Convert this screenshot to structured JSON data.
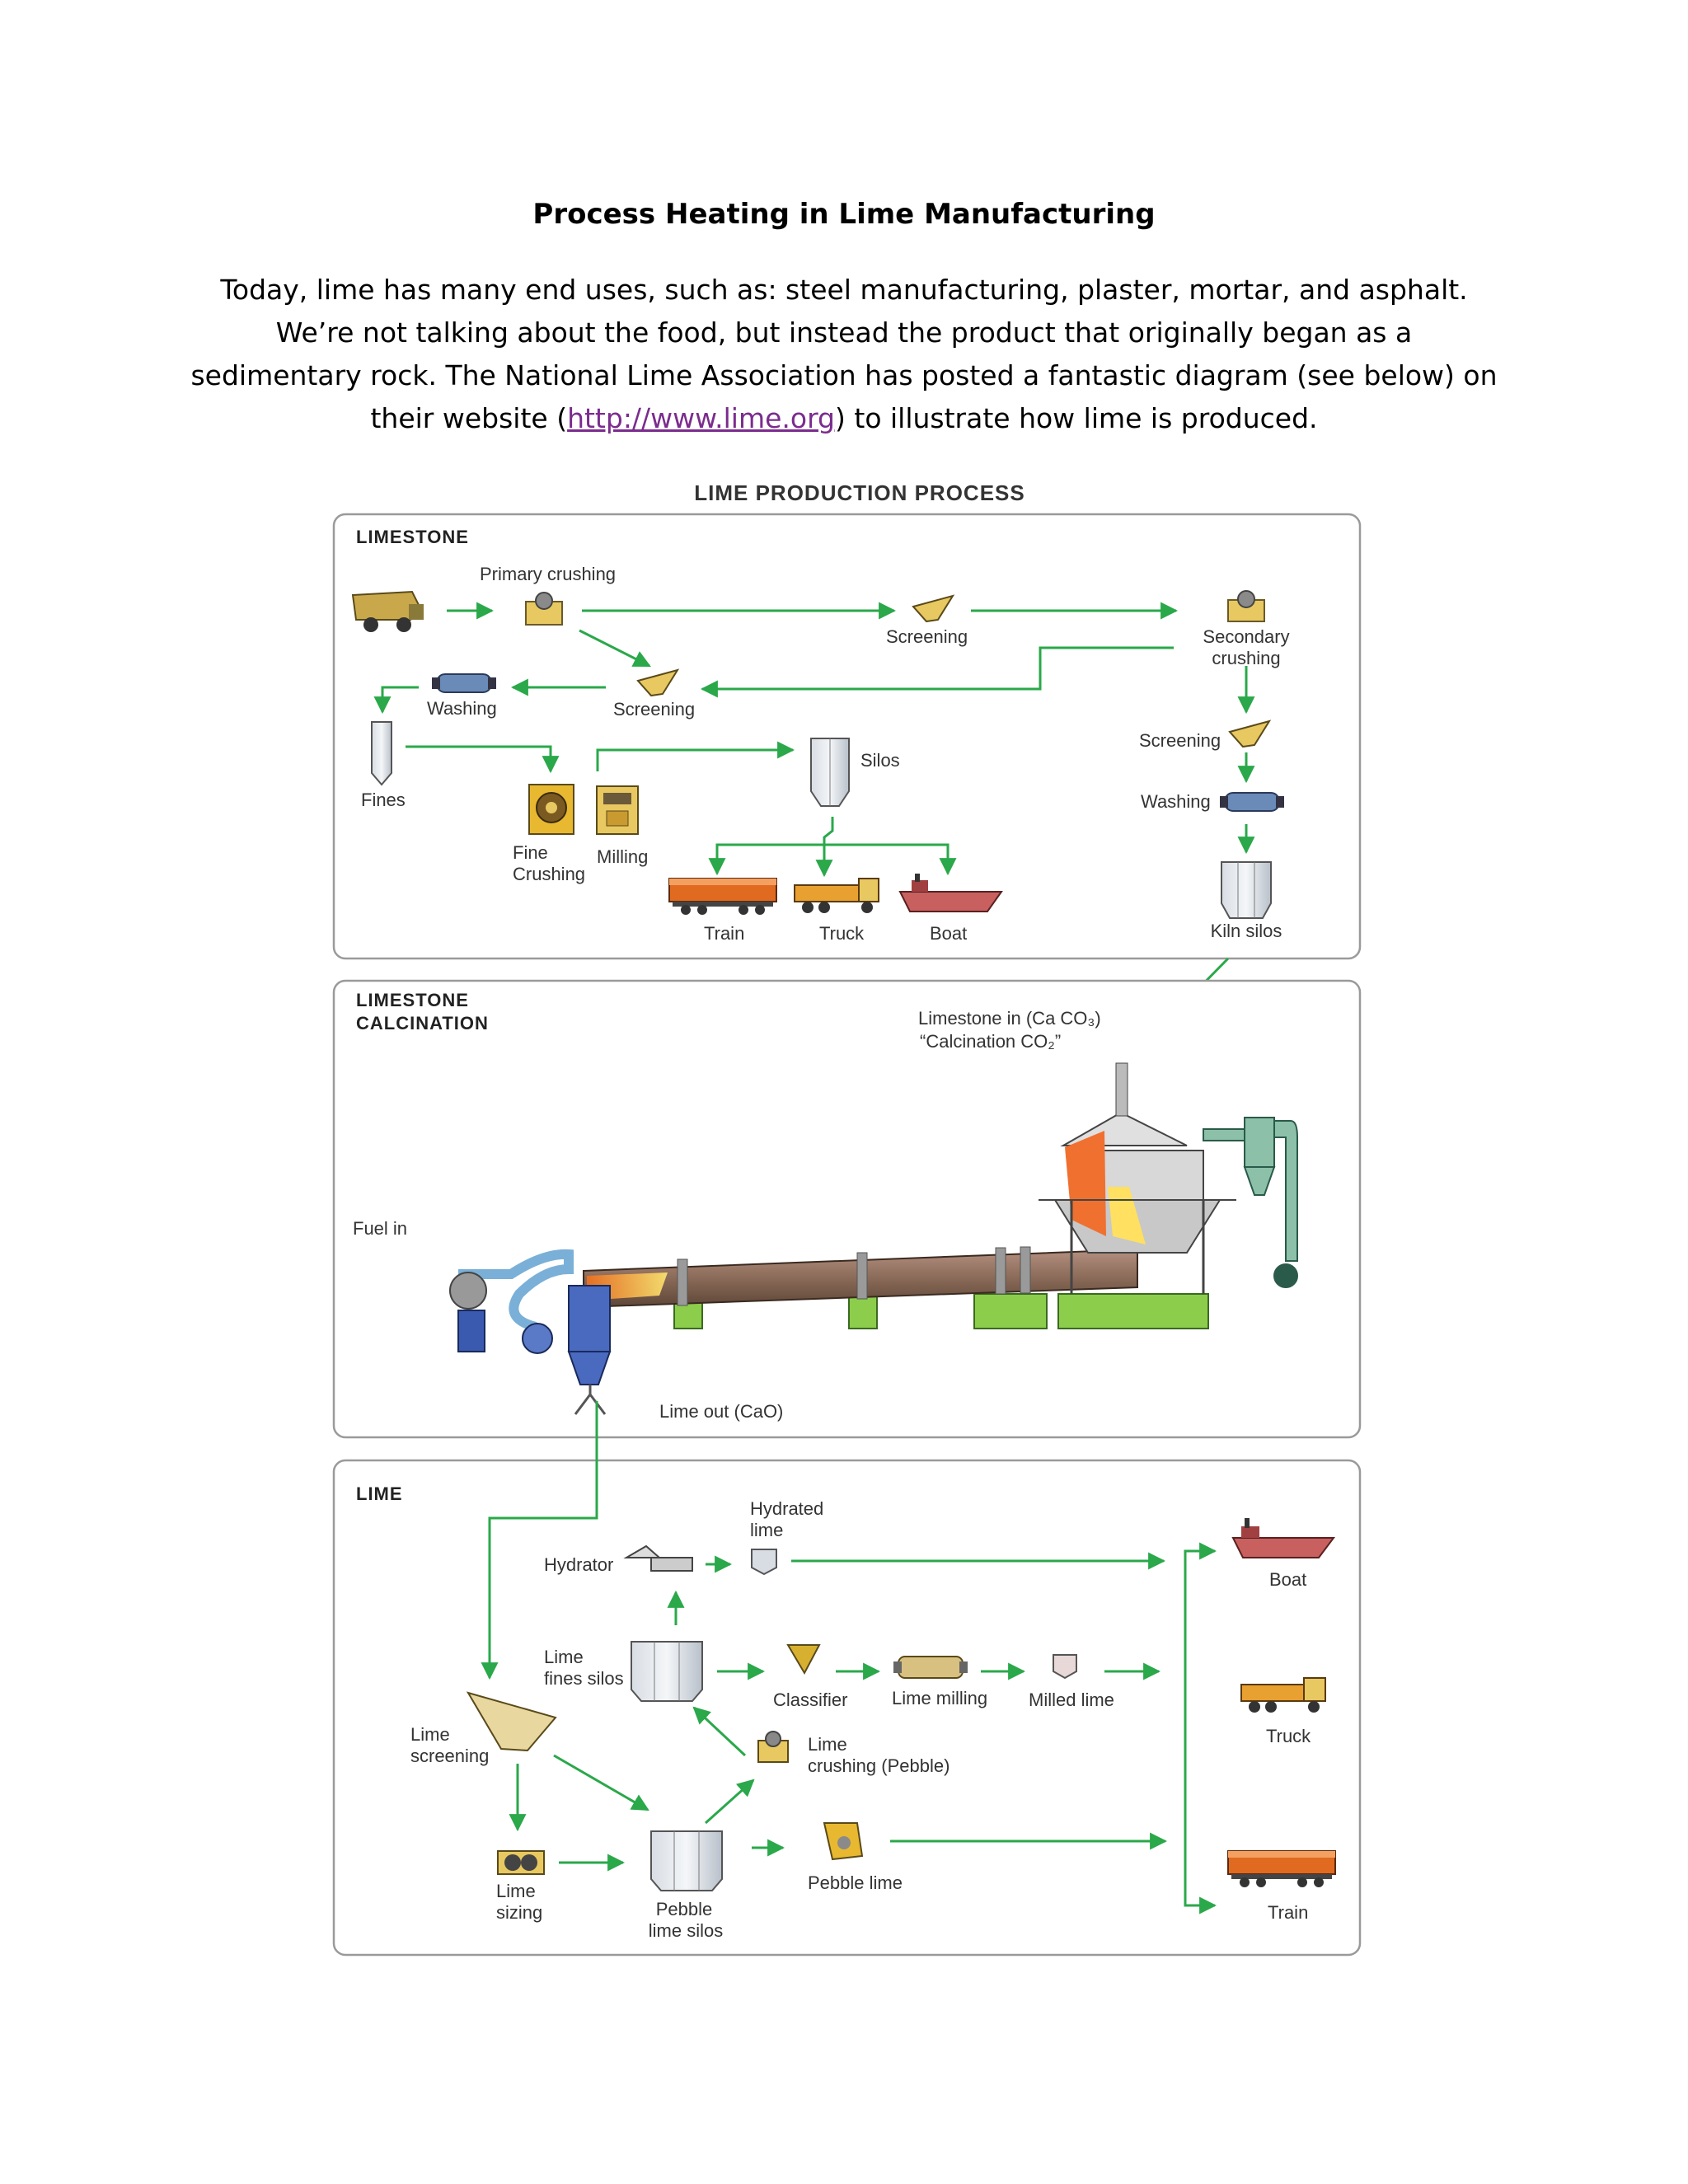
{
  "document": {
    "title": "Process Heating in Lime Manufacturing",
    "intro_before_link": "Today, lime has many end uses, such as: steel manufacturing, plaster, mortar, and asphalt. We’re not talking about the food, but instead the product that originally began as a sedimentary rock. The National Lime Association has posted a fantastic diagram (see below) on their website (",
    "intro_link": "http://www.lime.org",
    "intro_after_link": ") to illustrate how lime is produced."
  },
  "diagram": {
    "title": "LIME PRODUCTION PROCESS",
    "limestone": {
      "section": "LIMESTONE",
      "primary_crushing": "Primary crushing",
      "screening_top": "Screening",
      "secondary_crushing_1": "Secondary",
      "secondary_crushing_2": "crushing",
      "washing_left": "Washing",
      "screening_mid": "Screening",
      "fines": "Fines",
      "fine_crushing_1": "Fine",
      "fine_crushing_2": "Crushing",
      "milling": "Milling",
      "silos": "Silos",
      "train": "Train",
      "truck": "Truck",
      "boat": "Boat",
      "screening_right": "Screening",
      "washing_right": "Washing",
      "kiln_silos": "Kiln silos"
    },
    "calcination": {
      "section_1": "LIMESTONE",
      "section_2": "CALCINATION",
      "limestone_in": "Limestone in (Ca CO₃)",
      "calcination_co2": "“Calcination CO₂”",
      "fuel_in": "Fuel in",
      "lime_out": "Lime out (CaO)"
    },
    "lime": {
      "section": "LIME",
      "hydrated_lime_1": "Hydrated",
      "hydrated_lime_2": "lime",
      "hydrator": "Hydrator",
      "lime_fines_silos_1": "Lime",
      "lime_fines_silos_2": "fines silos",
      "classifier": "Classifier",
      "lime_milling": "Lime milling",
      "milled_lime": "Milled lime",
      "lime_screening_1": "Lime",
      "lime_screening_2": "screening",
      "lime_crushing_1": "Lime",
      "lime_crushing_2": "crushing (Pebble)",
      "lime_sizing_1": "Lime",
      "lime_sizing_2": "sizing",
      "pebble_lime_silos_1": "Pebble",
      "pebble_lime_silos_2": "lime silos",
      "pebble_lime": "Pebble lime",
      "boat": "Boat",
      "truck": "Truck",
      "train": "Train"
    }
  },
  "colors": {
    "arrow": "#2aa84a",
    "panel_border": "#9a9a9a",
    "machine_yellow": "#e8c860",
    "kiln_brown": "#8a6a58",
    "support_green": "#8ccd4c",
    "link": "#7b2c8e"
  }
}
